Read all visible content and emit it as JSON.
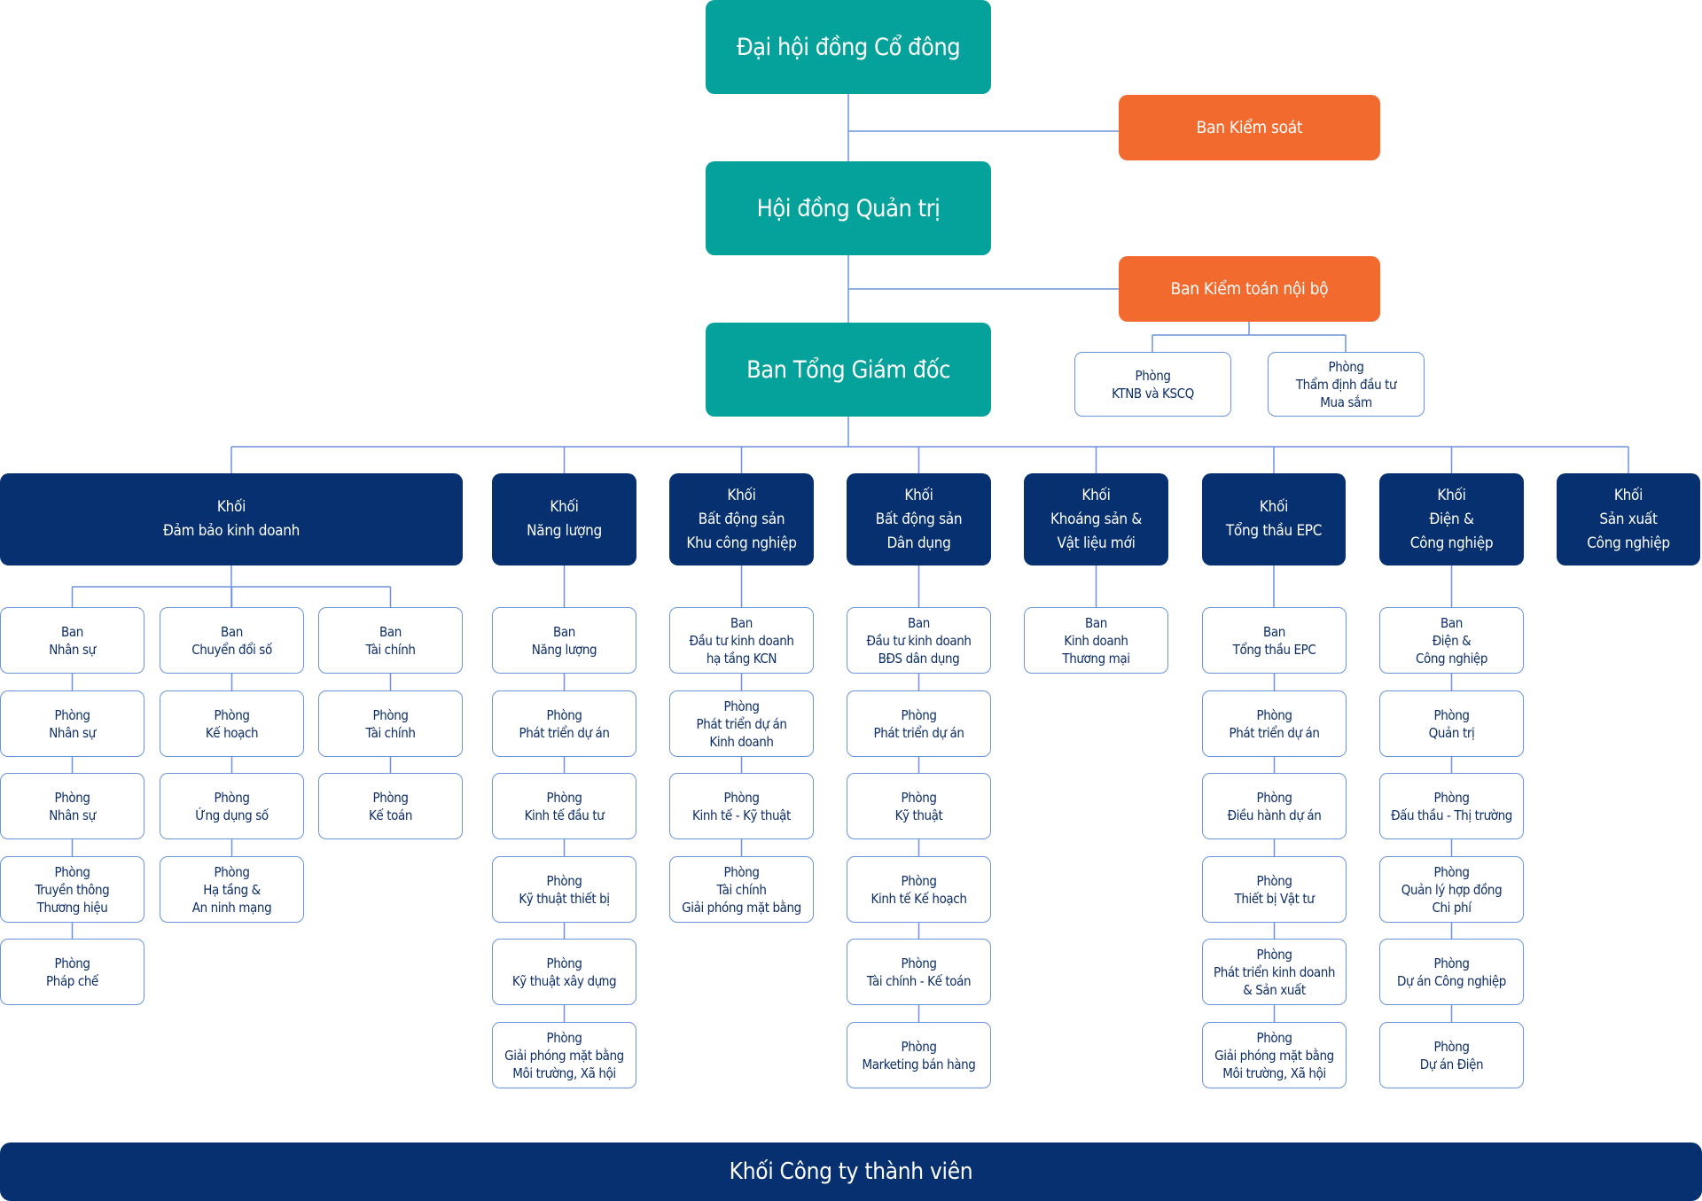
{
  "colors": {
    "leadership": "#04a29b",
    "audit": "#f36a2e",
    "division": "#06306f",
    "unit_border": "#6b94dc",
    "unit_text": "#0e2e68",
    "connector": "#6b94dc"
  },
  "leadership": [
    {
      "id": "dhdcd",
      "label": "Đại hội đồng Cổ đông"
    },
    {
      "id": "hdqt",
      "label": "Hội đồng Quản trị"
    },
    {
      "id": "btgd",
      "label": "Ban Tổng Giám đốc"
    }
  ],
  "audit": {
    "supervisory": {
      "label": "Ban Kiểm soát"
    },
    "internal_audit": {
      "label": "Ban Kiểm toán nội bộ"
    },
    "internal_audit_units": [
      {
        "lines": [
          "Phòng",
          "KTNB và KSCQ"
        ]
      },
      {
        "lines": [
          "Phòng",
          "Thẩm định đầu tư",
          "Mua sắm"
        ]
      }
    ]
  },
  "divisions": [
    {
      "lines": [
        "Khối",
        "Đảm bảo kinh doanh"
      ],
      "columns": [
        [
          {
            "lines": [
              "Ban",
              "Nhân sự"
            ]
          },
          {
            "lines": [
              "Phòng",
              "Nhân sự"
            ]
          },
          {
            "lines": [
              "Phòng",
              "Nhân sự"
            ]
          },
          {
            "lines": [
              "Phòng",
              "Truyền thông",
              "Thương hiệu"
            ]
          },
          {
            "lines": [
              "Phòng",
              "Pháp chế"
            ]
          }
        ],
        [
          {
            "lines": [
              "Ban",
              "Chuyển đổi số"
            ]
          },
          {
            "lines": [
              "Phòng",
              "Kế hoạch"
            ]
          },
          {
            "lines": [
              "Phòng",
              "Ứng dụng số"
            ]
          },
          {
            "lines": [
              "Phòng",
              "Hạ tầng &",
              "An ninh mạng"
            ]
          }
        ],
        [
          {
            "lines": [
              "Ban",
              "Tài chính"
            ]
          },
          {
            "lines": [
              "Phòng",
              "Tài chính"
            ]
          },
          {
            "lines": [
              "Phòng",
              "Kế toán"
            ]
          }
        ]
      ]
    },
    {
      "lines": [
        "Khối",
        "Năng lượng"
      ],
      "columns": [
        [
          {
            "lines": [
              "Ban",
              "Năng lượng"
            ]
          },
          {
            "lines": [
              "Phòng",
              "Phát triển dự án"
            ]
          },
          {
            "lines": [
              "Phòng",
              "Kinh tế đầu tư"
            ]
          },
          {
            "lines": [
              "Phòng",
              "Kỹ thuật thiết bị"
            ]
          },
          {
            "lines": [
              "Phòng",
              "Kỹ thuật xây dựng"
            ]
          },
          {
            "lines": [
              "Phòng",
              "Giải phóng mặt bằng",
              "Môi trường, Xã hội"
            ]
          }
        ]
      ]
    },
    {
      "lines": [
        "Khối",
        "Bất động sản",
        "Khu công nghiệp"
      ],
      "columns": [
        [
          {
            "lines": [
              "Ban",
              "Đầu tư kinh doanh",
              "hạ tầng KCN"
            ]
          },
          {
            "lines": [
              "Phòng",
              "Phát triển dự án",
              "Kinh doanh"
            ]
          },
          {
            "lines": [
              "Phòng",
              "Kinh tế - Kỹ thuật"
            ]
          },
          {
            "lines": [
              "Phòng",
              "Tài chính",
              "Giải phóng mặt bằng"
            ]
          }
        ]
      ]
    },
    {
      "lines": [
        "Khối",
        "Bất động sản",
        "Dân dụng"
      ],
      "columns": [
        [
          {
            "lines": [
              "Ban",
              "Đầu tư kinh doanh",
              "BĐS dân dụng"
            ]
          },
          {
            "lines": [
              "Phòng",
              "Phát triển dự án"
            ]
          },
          {
            "lines": [
              "Phòng",
              "Kỹ thuật"
            ]
          },
          {
            "lines": [
              "Phòng",
              "Kinh tế Kế hoạch"
            ]
          },
          {
            "lines": [
              "Phòng",
              "Tài chính - Kế toán"
            ]
          },
          {
            "lines": [
              "Phòng",
              "Marketing bán hàng"
            ]
          }
        ]
      ]
    },
    {
      "lines": [
        "Khối",
        "Khoáng sản &",
        "Vật liệu mới"
      ],
      "columns": [
        [
          {
            "lines": [
              "Ban",
              "Kinh doanh",
              "Thương mại"
            ]
          }
        ]
      ]
    },
    {
      "lines": [
        "Khối",
        "Tổng thầu EPC"
      ],
      "columns": [
        [
          {
            "lines": [
              "Ban",
              "Tổng thầu EPC"
            ]
          },
          {
            "lines": [
              "Phòng",
              "Phát triển dự án"
            ]
          },
          {
            "lines": [
              "Phòng",
              "Điều hành dự án"
            ]
          },
          {
            "lines": [
              "Phòng",
              "Thiết bị Vật tư"
            ]
          },
          {
            "lines": [
              "Phòng",
              "Phát triển kinh doanh",
              "& Sản xuất"
            ]
          },
          {
            "lines": [
              "Phòng",
              "Giải phóng mặt bằng",
              "Môi trường, Xã hội"
            ]
          }
        ]
      ]
    },
    {
      "lines": [
        "Khối",
        "Điện &",
        "Công nghiệp"
      ],
      "columns": [
        [
          {
            "lines": [
              "Ban",
              "Điện &",
              "Công nghiệp"
            ]
          },
          {
            "lines": [
              "Phòng",
              "Quản trị"
            ]
          },
          {
            "lines": [
              "Phòng",
              "Đấu thầu - Thị trường"
            ]
          },
          {
            "lines": [
              "Phòng",
              "Quản lý hợp đồng",
              "Chi phí"
            ]
          },
          {
            "lines": [
              "Phòng",
              "Dự án Công nghiệp"
            ]
          },
          {
            "lines": [
              "Phòng",
              "Dự án Điện"
            ]
          }
        ]
      ]
    },
    {
      "lines": [
        "Khối",
        "Sản xuất",
        "Công nghiệp"
      ],
      "columns": []
    }
  ],
  "subsidiaries": {
    "label": "Khối Công ty thành viên"
  }
}
